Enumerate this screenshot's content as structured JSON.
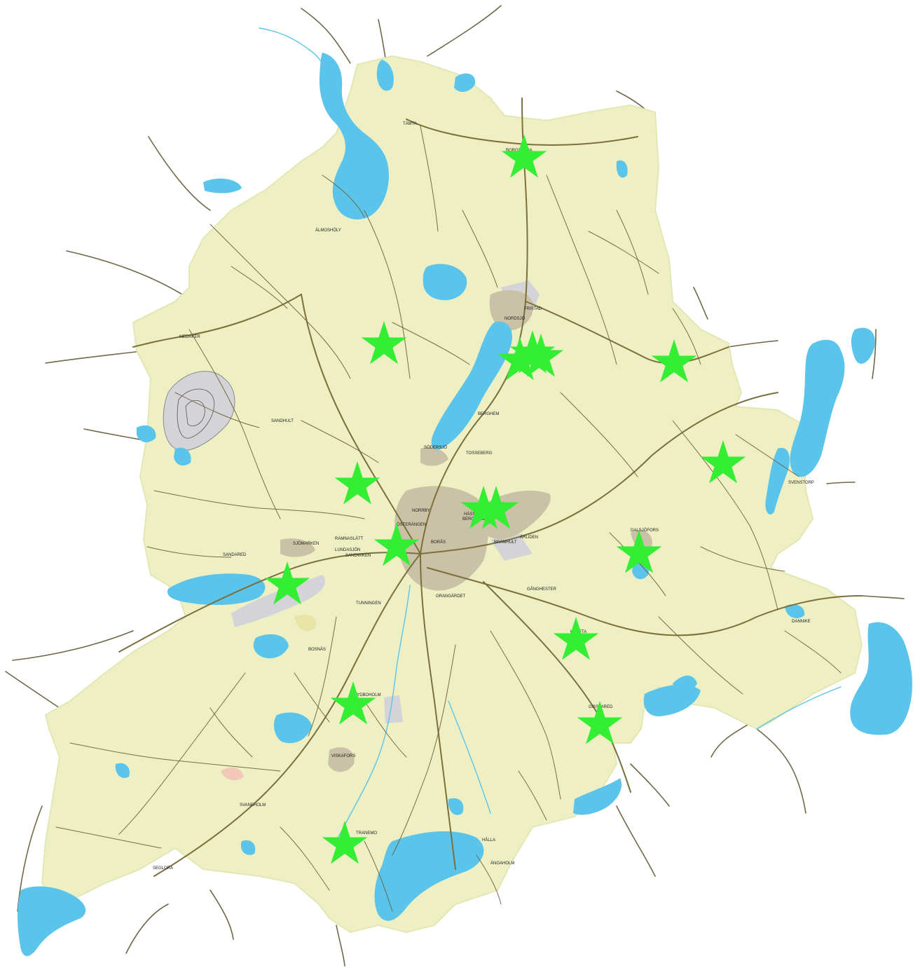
{
  "colors": {
    "land": "#eef0c4",
    "land_edge": "#e3e7b3",
    "water": "#5bc4ea",
    "urban": "#c9c2a6",
    "industrial": "#d3d3d8",
    "marker": "#33ee33",
    "road": "#7b6f3c"
  },
  "place_labels": [
    {
      "name": "TÄMTA"
    },
    {
      "name": "ÄLMOSHÖLY"
    },
    {
      "name": "BORGSTENA"
    },
    {
      "name": "MEDAKER"
    },
    {
      "name": "SANDHULT"
    },
    {
      "name": "SANDARED"
    },
    {
      "name": "SJÖMARKEN"
    },
    {
      "name": "RAMNASLÄTT"
    },
    {
      "name": "LUNDASJÖN"
    },
    {
      "name": "SANDWIKEN"
    },
    {
      "name": "ÖSTERÄNGEN"
    },
    {
      "name": "NORRBY"
    },
    {
      "name": "HÄSSLEHOLMEN"
    },
    {
      "name": "BERGDALEN"
    },
    {
      "name": "BORÅS"
    },
    {
      "name": "DALSJÖFORS"
    },
    {
      "name": "GÅNGHESTER"
    },
    {
      "name": "VISKAFORS"
    },
    {
      "name": "RYDBOHOLM"
    },
    {
      "name": "SVANEHOLM"
    },
    {
      "name": "SEGLORA"
    },
    {
      "name": "FRISTAD"
    },
    {
      "name": "TOSSEBERG"
    },
    {
      "name": "BERGHEM"
    },
    {
      "name": "NORDSJÖ"
    },
    {
      "name": "TRANEMO"
    },
    {
      "name": "KRAFTA"
    },
    {
      "name": "HÅLLA"
    },
    {
      "name": "ÄNGAHOLM"
    },
    {
      "name": "DANNIKE"
    },
    {
      "name": "TUNNINGEN"
    },
    {
      "name": "BOSNÄS"
    },
    {
      "name": "SVENSTORP"
    },
    {
      "name": "GISSLARED"
    },
    {
      "name": "SÖDERSJÖ"
    },
    {
      "name": "GRANGÄRDET"
    },
    {
      "name": "BRÄMHULT"
    },
    {
      "name": "ÅRLIDEN"
    }
  ],
  "markers": [
    {
      "name": "marker-1"
    },
    {
      "name": "marker-2"
    },
    {
      "name": "marker-3"
    },
    {
      "name": "marker-4"
    },
    {
      "name": "marker-5"
    },
    {
      "name": "marker-6"
    },
    {
      "name": "marker-7"
    },
    {
      "name": "marker-8"
    },
    {
      "name": "marker-9"
    },
    {
      "name": "marker-10"
    },
    {
      "name": "marker-11"
    },
    {
      "name": "marker-12"
    },
    {
      "name": "marker-13"
    },
    {
      "name": "marker-14"
    },
    {
      "name": "marker-15"
    },
    {
      "name": "marker-16"
    },
    {
      "name": "marker-17"
    },
    {
      "name": "marker-18"
    },
    {
      "name": "marker-19"
    }
  ]
}
